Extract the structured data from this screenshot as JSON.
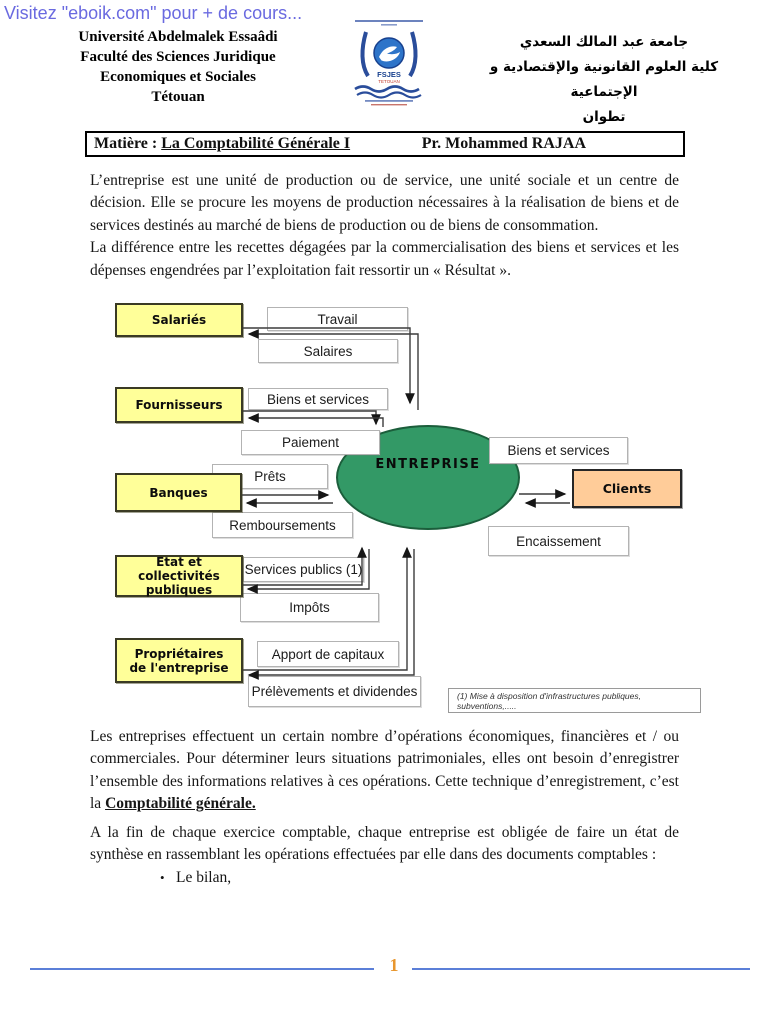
{
  "link_banner": {
    "text": "Visitez \"eboik.com\" pour + de cours..."
  },
  "header": {
    "fr_lines": [
      "Université Abdelmalek Essaâdi",
      "Faculté des Sciences Juridique",
      "Economiques et Sociales",
      "Tétouan"
    ],
    "ar_lines": [
      "جامعة عبد المالك السعدي",
      "كلية العلوم القانونية والإقتصادية و الإجتماعية",
      "تطوان"
    ],
    "logo": {
      "acronym": "FSJES",
      "city": "TETOUAN"
    }
  },
  "title_bar": {
    "prefix": "Matière : ",
    "course": "La Comptabilité Générale I",
    "professor": "Pr. Mohammed RAJAA"
  },
  "intro": {
    "p1": "L’entreprise est une unité de production ou de service, une unité sociale et un centre de décision. Elle se procure les moyens de production nécessaires à la réalisation de biens et de services destinés au marché de biens de production ou de biens de consommation.",
    "p2": "La différence entre les recettes dégagées par la commercialisation des biens et services et les dépenses engendrées par l’exploitation fait ressortir un « Résultat »."
  },
  "diagram": {
    "center": "ENTREPRISE",
    "actors": {
      "salaries": "Salariés",
      "fournisseurs": "Fournisseurs",
      "banques": "Banques",
      "etat": "Etat et  collectivités publiques",
      "proprietaires": "Propriétaires de l'entreprise",
      "clients": "Clients"
    },
    "flows": {
      "travail": "Travail",
      "salaires": "Salaires",
      "biens_services": "Biens et services",
      "paiement": "Paiement",
      "prets": "Prêts",
      "remboursements": "Remboursements",
      "services_publics": "Services publics (1)",
      "impots": "Impôts",
      "apport": "Apport de capitaux",
      "prelevements": "Prélèvements et dividendes",
      "biens_services_clients": "Biens et services",
      "encaissement": "Encaissement"
    },
    "connections": [
      {
        "from": "Salariés",
        "to": "ENTREPRISE",
        "label": "Travail"
      },
      {
        "from": "ENTREPRISE",
        "to": "Salariés",
        "label": "Salaires"
      },
      {
        "from": "Fournisseurs",
        "to": "ENTREPRISE",
        "label": "Biens et services"
      },
      {
        "from": "ENTREPRISE",
        "to": "Fournisseurs",
        "label": "Paiement"
      },
      {
        "from": "Banques",
        "to": "ENTREPRISE",
        "label": "Prêts"
      },
      {
        "from": "ENTREPRISE",
        "to": "Banques",
        "label": "Remboursements"
      },
      {
        "from": "Etat et collectivités publiques",
        "to": "ENTREPRISE",
        "label": "Services publics (1)"
      },
      {
        "from": "ENTREPRISE",
        "to": "Etat et collectivités publiques",
        "label": "Impôts"
      },
      {
        "from": "Propriétaires de l'entreprise",
        "to": "ENTREPRISE",
        "label": "Apport de capitaux"
      },
      {
        "from": "ENTREPRISE",
        "to": "Propriétaires de l'entreprise",
        "label": "Prélèvements et dividendes"
      },
      {
        "from": "ENTREPRISE",
        "to": "Clients",
        "label": "Biens et services"
      },
      {
        "from": "Clients",
        "to": "ENTREPRISE",
        "label": "Encaissement"
      }
    ],
    "footnote": "(1)  Mise à disposition d'infrastructures publiques, subventions,....."
  },
  "body": {
    "p3_pre": "Les entreprises effectuent un certain nombre d’opérations économiques, financières et / ou commerciales. Pour déterminer leurs situations patrimoniales, elles ont besoin d’enregistrer l’ensemble des informations relatives à ces opérations. Cette technique d’enregistrement, c’est la ",
    "p3_bold": "Comptabilité générale.",
    "p4": "A la fin de chaque exercice comptable, chaque entreprise est obligée de faire un état de synthèse en rassemblant les opérations effectuées par elle dans des documents comptables :",
    "bullet1": "Le bilan,"
  },
  "footer": {
    "page_number": "1"
  },
  "colors": {
    "link": "#6a6ae0",
    "actor_yellow": "#ffff99",
    "clients_orange": "#ffcc99",
    "entreprise_green": "#339966",
    "footer_line_blue": "#5b7fd8",
    "page_number_orange": "#e8962e"
  }
}
